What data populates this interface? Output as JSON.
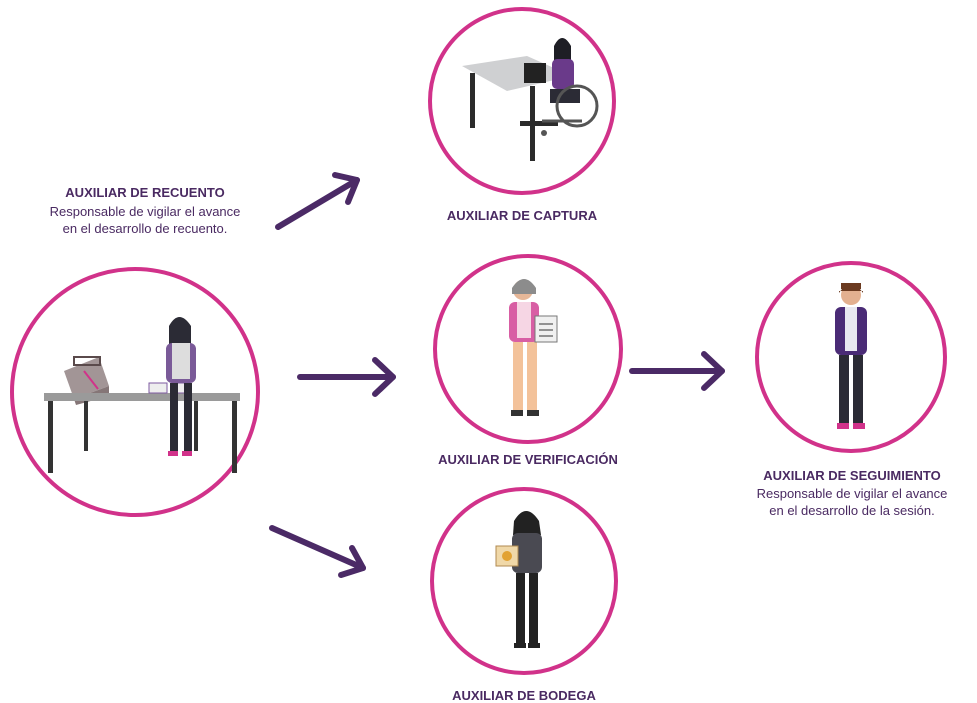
{
  "colors": {
    "ring": "#d1328a",
    "arrow": "#4b2a66",
    "text": "#4a2a62"
  },
  "nodes": {
    "recuento": {
      "title": "AUXILIAR DE RECUENTO",
      "desc_line1": "Responsable de vigilar el avance",
      "desc_line2": "en el desarrollo de recuento."
    },
    "captura": {
      "title": "AUXILIAR DE CAPTURA"
    },
    "verificacion": {
      "title": "AUXILIAR DE VERIFICACIÓN"
    },
    "bodega": {
      "title": "AUXILIAR DE BODEGA"
    },
    "seguimiento": {
      "title": "AUXILIAR DE SEGUIMIENTO",
      "desc_line1": "Responsable de vigilar el avance",
      "desc_line2": "en el desarrollo de la sesión."
    }
  }
}
